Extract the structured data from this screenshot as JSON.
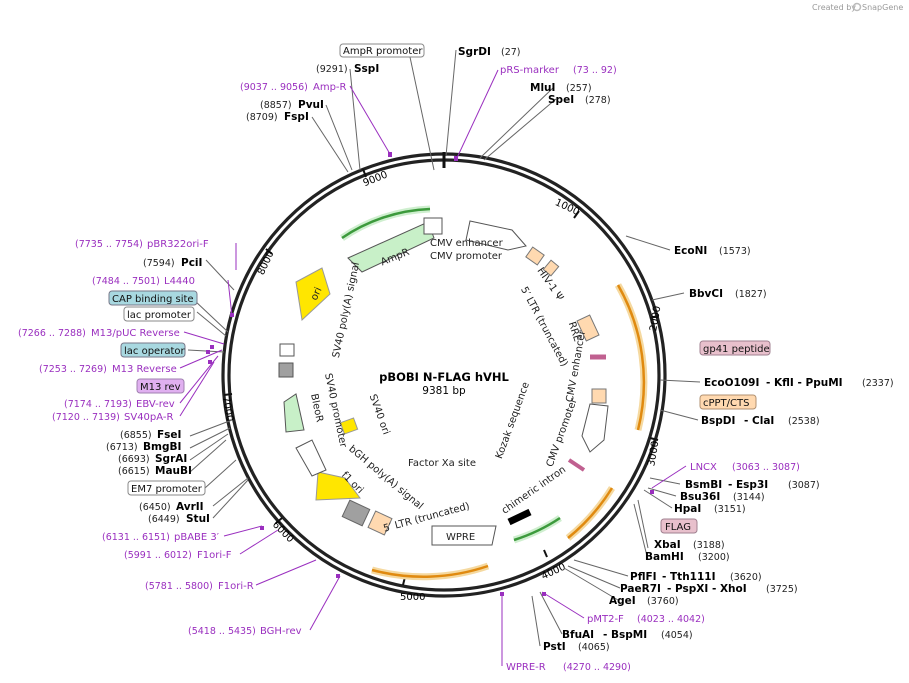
{
  "credit": {
    "created_by": "Created by",
    "brand": "SnapGene"
  },
  "plasmid": {
    "name": "pBOBI N-FLAG hVHL",
    "size": "9381 bp"
  },
  "ticks": [
    "1000",
    "2000",
    "3000",
    "4000",
    "5000",
    "6000",
    "7000",
    "8000",
    "9000"
  ],
  "features_inner": [
    {
      "label": "CMV enhancer"
    },
    {
      "label": "CMV promoter"
    },
    {
      "label": "HIV-1 Ψ"
    },
    {
      "label": "5′ LTR (truncated)"
    },
    {
      "label": "RRE"
    },
    {
      "label": "CMV enhancer"
    },
    {
      "label": "CMV promoter"
    },
    {
      "label": "Kozak sequence"
    },
    {
      "label": "chimeric intron"
    },
    {
      "label": "Factor Xa site"
    },
    {
      "label": "WPRE"
    },
    {
      "label": "5′ LTR (truncated)"
    },
    {
      "label": "bGH poly(A) signal"
    },
    {
      "label": "f1 ori"
    },
    {
      "label": "SV40 ori"
    },
    {
      "label": "SV40 promoter"
    },
    {
      "label": "BleoR"
    },
    {
      "label": "SV40 poly(A) signal"
    },
    {
      "label": "ori"
    },
    {
      "label": "AmpR"
    }
  ],
  "right_labels": [
    {
      "name": "SgrDI",
      "pos": "(27)"
    },
    {
      "name": "MluI",
      "pos": "(257)"
    },
    {
      "name": "SpeI",
      "pos": "(278)"
    },
    {
      "name": "EcoNI",
      "pos": "(1573)"
    },
    {
      "name": "BbvCI",
      "pos": "(1827)"
    },
    {
      "name": "EcoO109I",
      "extra": "- KflI  - PpuMI",
      "pos": "(2337)"
    },
    {
      "name": "BspDI",
      "extra": "- ClaI",
      "pos": "(2538)"
    },
    {
      "name": "BsmBI",
      "extra": "- Esp3I",
      "pos": "(3087)"
    },
    {
      "name": "Bsu36I",
      "pos": "(3144)"
    },
    {
      "name": "HpaI",
      "pos": "(3151)"
    },
    {
      "name": "XbaI",
      "pos": "(3188)"
    },
    {
      "name": "BamHI",
      "pos": "(3200)"
    },
    {
      "name": "PflFI",
      "extra": "- Tth111I",
      "pos": "(3620)"
    },
    {
      "name": "PaeR7I",
      "extra": "- PspXI  - XhoI",
      "pos": "(3725)"
    },
    {
      "name": "AgeI",
      "pos": "(3760)"
    },
    {
      "name": "BfuAI",
      "extra": "- BspMI",
      "pos": "(4054)"
    },
    {
      "name": "PstI",
      "pos": "(4065)"
    }
  ],
  "left_labels": [
    {
      "name": "SspI",
      "pos": "(9291)"
    },
    {
      "name": "PvuI",
      "pos": "(8857)"
    },
    {
      "name": "FspI",
      "pos": "(8709)"
    },
    {
      "name": "PciI",
      "pos": "(7594)"
    },
    {
      "name": "FseI",
      "pos": "(6855)"
    },
    {
      "name": "BmgBI",
      "pos": "(6713)"
    },
    {
      "name": "SgrAI",
      "pos": "(6693)"
    },
    {
      "name": "MauBI",
      "pos": "(6615)"
    },
    {
      "name": "AvrII",
      "pos": "(6450)"
    },
    {
      "name": "StuI",
      "pos": "(6449)"
    }
  ],
  "primers": [
    {
      "name": "pRS-marker",
      "pos": "(73 .. 92)"
    },
    {
      "name": "Amp-R",
      "pos": "(9037 .. 9056)"
    },
    {
      "name": "pBR322ori-F",
      "pos": "(7735 .. 7754)"
    },
    {
      "name": "L4440",
      "pos": "(7484 .. 7501)"
    },
    {
      "name": "M13/pUC Reverse",
      "pos": "(7266 .. 7288)"
    },
    {
      "name": "M13 Reverse",
      "pos": "(7253 .. 7269)"
    },
    {
      "name": "EBV-rev",
      "pos": "(7174 .. 7193)"
    },
    {
      "name": "SV40pA-R",
      "pos": "(7120 .. 7139)"
    },
    {
      "name": "pBABE 3′",
      "pos": "(6131 .. 6151)"
    },
    {
      "name": "F1ori-F",
      "pos": "(5991 .. 6012)"
    },
    {
      "name": "F1ori-R",
      "pos": "(5781 .. 5800)"
    },
    {
      "name": "BGH-rev",
      "pos": "(5418 .. 5435)"
    },
    {
      "name": "LNCX",
      "pos": "(3063 .. 3087)"
    },
    {
      "name": "pMT2-F",
      "pos": "(4023 .. 4042)"
    },
    {
      "name": "WPRE-R",
      "pos": "(4270 .. 4290)"
    }
  ],
  "boxed": [
    {
      "label": "AmpR promoter"
    },
    {
      "label": "CAP binding site"
    },
    {
      "label": "lac promoter"
    },
    {
      "label": "lac operator"
    },
    {
      "label": "M13 rev"
    },
    {
      "label": "EM7 promoter"
    },
    {
      "label": "gp41 peptide"
    },
    {
      "label": "cPPT/CTS"
    },
    {
      "label": "FLAG"
    }
  ],
  "colors": {
    "primer": "#9a2fbf",
    "orange": "#f0a030",
    "green": "#90e090",
    "yellow": "#ffe600",
    "peach": "#ffd9b0",
    "gray": "#a0a0a0",
    "teal_box": "#a8d8e0",
    "pink_box": "#e8c0cc",
    "purple_box": "#e0b0f0"
  }
}
